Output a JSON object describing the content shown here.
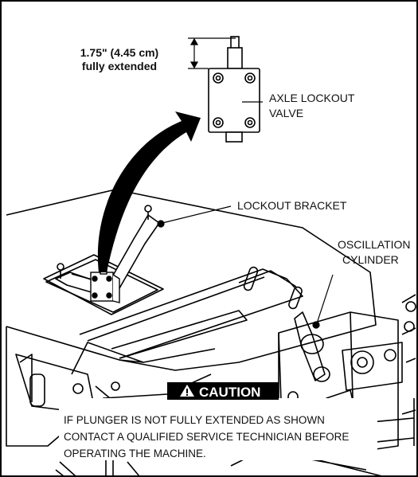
{
  "dimension": {
    "line1": "1.75\" (4.45 cm)",
    "line2": "fully extended"
  },
  "labels": {
    "valve_line1": "AXLE LOCKOUT",
    "valve_line2": "VALVE",
    "bracket": "LOCKOUT BRACKET",
    "cylinder_line1": "OSCILLATION",
    "cylinder_line2": "CYLINDER"
  },
  "caution": {
    "title": "CAUTION",
    "line1": "IF PLUNGER IS NOT FULLY EXTENDED AS SHOWN",
    "line2": "CONTACT A QUALIFIED SERVICE TECHNICIAN BEFORE",
    "line3": "OPERATING THE MACHINE."
  },
  "icons": {
    "warning": "warning-triangle-icon",
    "arrow": "curved-arrow-icon"
  }
}
